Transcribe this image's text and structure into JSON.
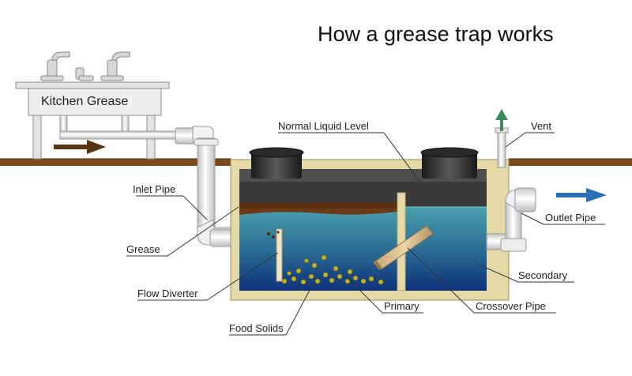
{
  "title": "How a grease trap works",
  "sink_label": "Kitchen Grease",
  "labels": {
    "normal_liquid_level": "Normal Liquid Level",
    "vent": "Vent",
    "inlet_pipe": "Inlet Pipe",
    "outlet_pipe": "Outlet Pipe",
    "grease": "Grease",
    "secondary": "Secondary",
    "flow_diverter": "Flow Diverter",
    "primary": "Primary",
    "crossover_pipe": "Crossover Pipe",
    "food_solids": "Food Solids"
  },
  "colors": {
    "ground": "#7a4a1c",
    "tank_wall": "#e6d9a8",
    "water_top": "#3f8fa3",
    "water_bottom": "#0f3a7a",
    "grease_layer": "#6b3a17",
    "pipe": "#e8e8e8",
    "flow_arrow_in": "#5a3412",
    "flow_arrow_out": "#2a6fb5",
    "vent_arrow": "#3d8a5a"
  }
}
